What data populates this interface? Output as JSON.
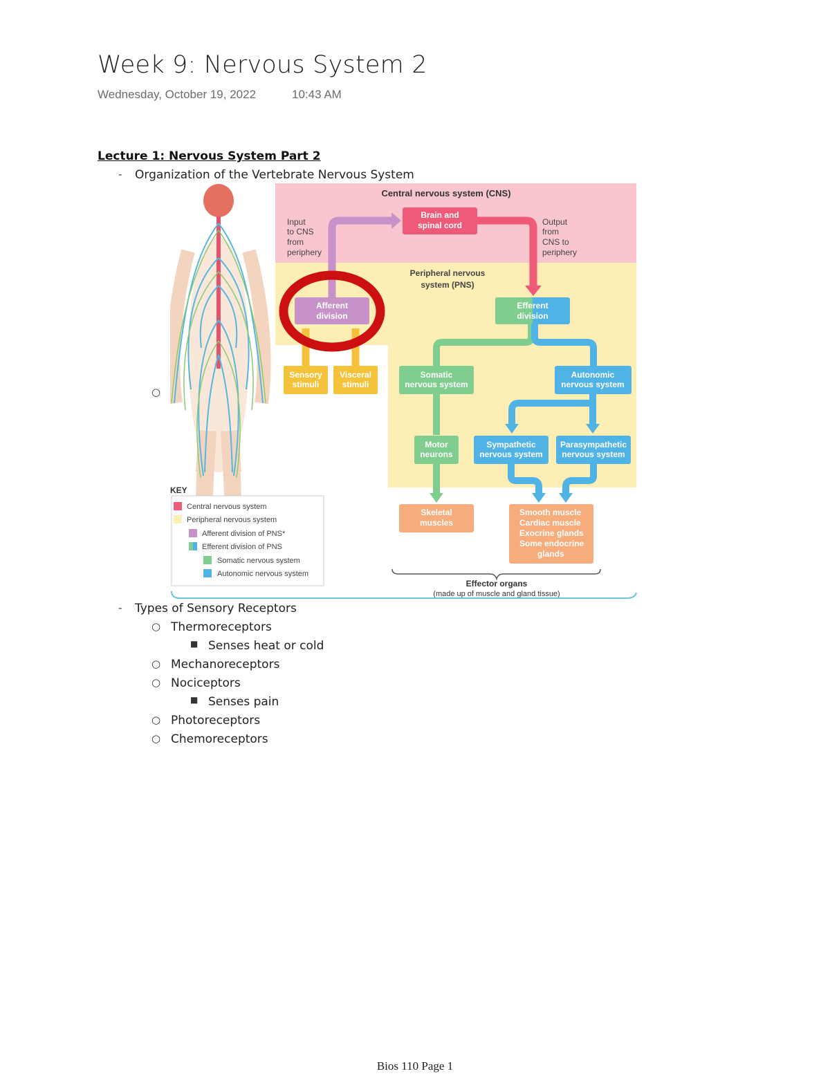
{
  "page": {
    "title": "Week 9: Nervous System 2",
    "date": "Wednesday, October 19, 2022",
    "time": "10:43 AM",
    "lecture_heading": "Lecture 1: Nervous System Part 2",
    "footer": "Bios 110 Page 1"
  },
  "outline": {
    "item1": "Organization of the Vertebrate Nervous System",
    "item2": "Types of Sensory Receptors",
    "thermo": "Thermoreceptors",
    "thermo_note": "Senses heat or cold",
    "mechano": "Mechanoreceptors",
    "noci": "Nociceptors",
    "noci_note": "Senses pain",
    "photo": "Photoreceptors",
    "chemo": "Chemoreceptors"
  },
  "diagram": {
    "cns_title": "Central nervous system (CNS)",
    "brain_line1": "Brain and",
    "brain_line2": "spinal cord",
    "input_l1": "Input",
    "input_l2": "to CNS",
    "input_l3": "from",
    "input_l4": "periphery",
    "output_l1": "Output",
    "output_l2": "from",
    "output_l3": "CNS to",
    "output_l4": "periphery",
    "pns_l1": "Peripheral nervous",
    "pns_l2": "system (PNS)",
    "afferent_l1": "Afferent",
    "afferent_l2": "division",
    "efferent_l1": "Efferent",
    "efferent_l2": "division",
    "sensory_l1": "Sensory",
    "sensory_l2": "stimuli",
    "visceral_l1": "Visceral",
    "visceral_l2": "stimuli",
    "somatic_l1": "Somatic",
    "somatic_l2": "nervous system",
    "autonomic_l1": "Autonomic",
    "autonomic_l2": "nervous system",
    "motor_l1": "Motor",
    "motor_l2": "neurons",
    "symp_l1": "Sympathetic",
    "symp_l2": "nervous system",
    "para_l1": "Parasympathetic",
    "para_l2": "nervous system",
    "skeletal_l1": "Skeletal",
    "skeletal_l2": "muscles",
    "smooth_l1": "Smooth muscle",
    "smooth_l2": "Cardiac muscle",
    "smooth_l3": "Exocrine glands",
    "smooth_l4": "Some endocrine",
    "smooth_l5": "glands",
    "effector_l1": "Effector organs",
    "effector_l2": "(made up of muscle and gland tissue)",
    "key_title": "KEY",
    "key_cns": "Central nervous system",
    "key_pns": "Peripheral nervous system",
    "key_aff": "Afferent division of PNS*",
    "key_eff": "Efferent division of PNS",
    "key_som": "Somatic nervous system",
    "key_aut": "Autonomic nervous system"
  },
  "colors": {
    "cns_bg": "#f9c6cf",
    "pns_bg": "#fdeeb5",
    "brain_box": "#ef5a78",
    "afferent": "#c792c9",
    "efferent_green": "#7fcd8f",
    "efferent_blue": "#4fb3e6",
    "stimuli": "#f5c33b",
    "effector": "#f7ad7b",
    "highlight_ring": "#cc1010"
  }
}
